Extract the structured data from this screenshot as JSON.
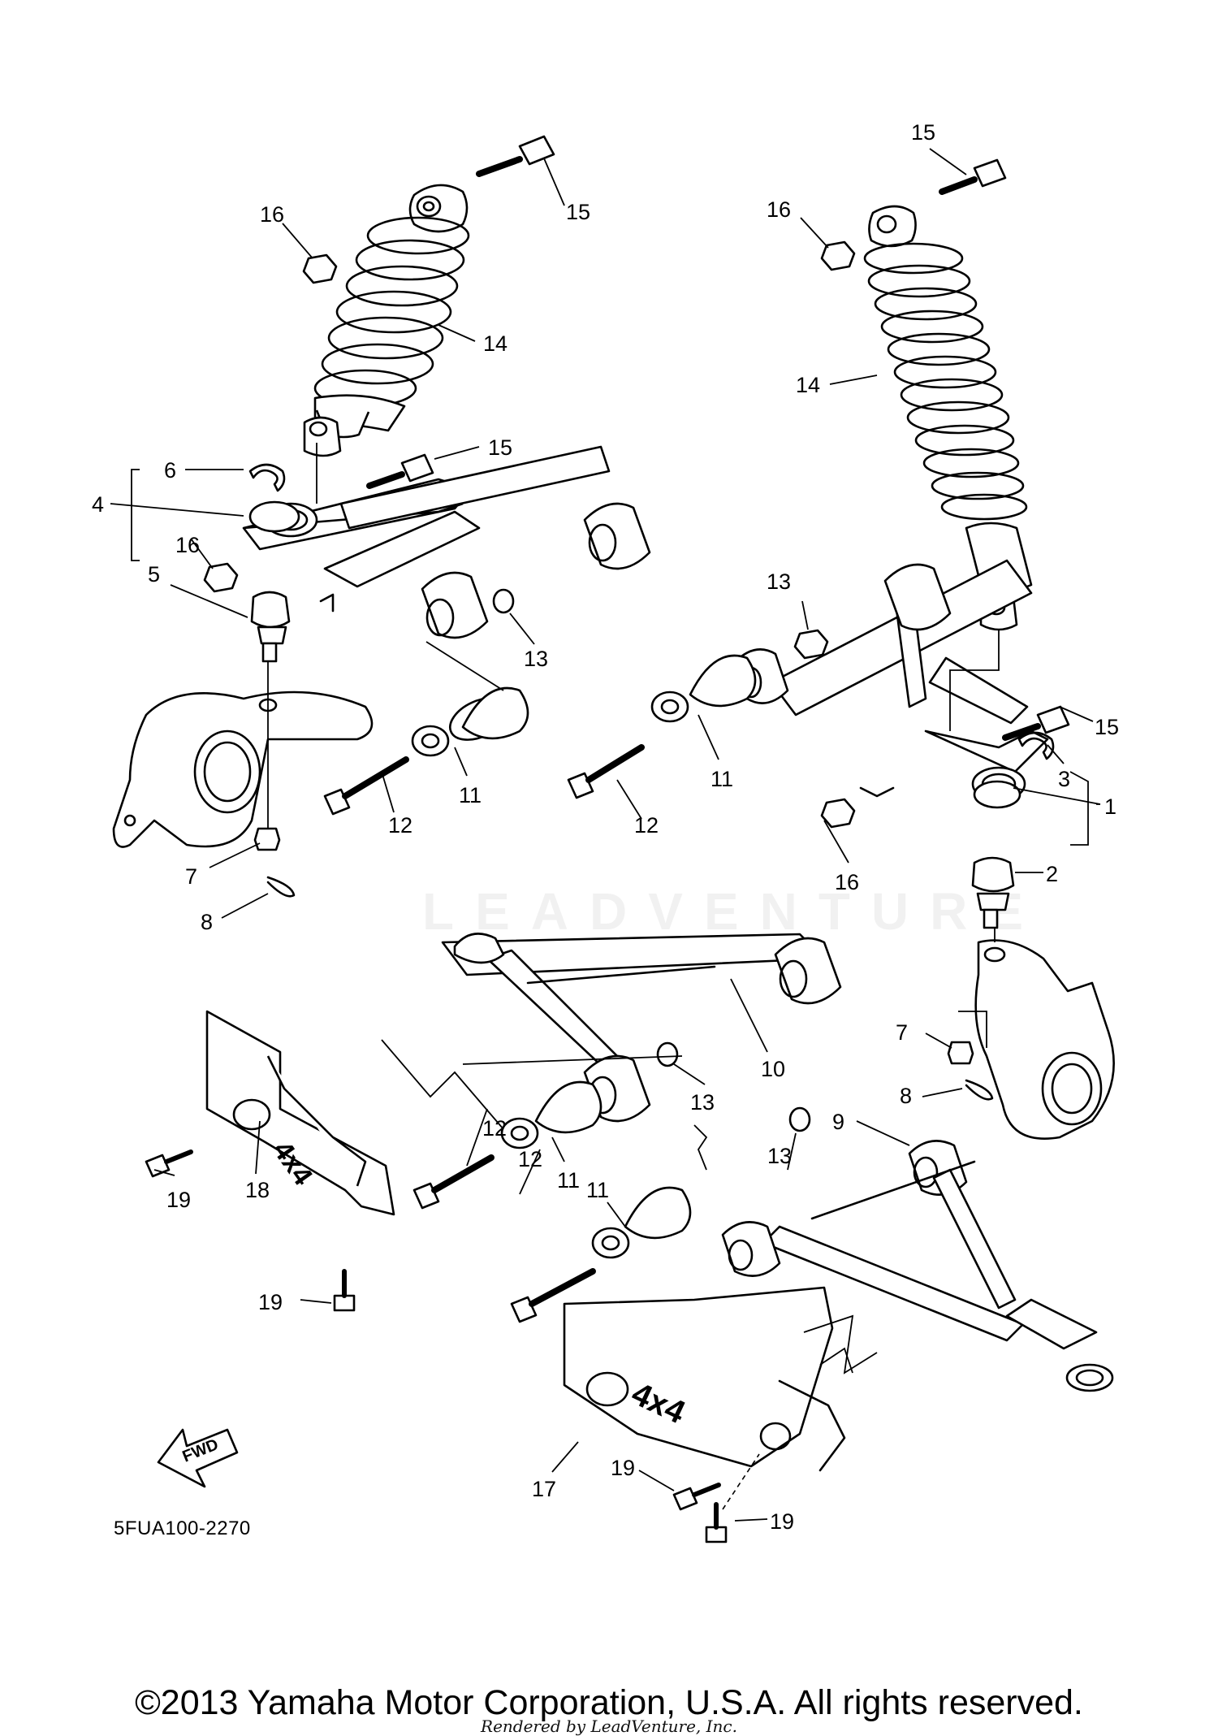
{
  "diagram": {
    "reference_code": "5FUA100-2270",
    "fwd_label": "FWD",
    "decal_text": "4x4",
    "watermark": "LEADVENTURE",
    "copyright": "©2013 Yamaha Motor Corporation, U.S.A. All rights reserved.",
    "rendered_by": "Rendered by LeadVenture, Inc.",
    "callouts": [
      "1",
      "2",
      "3",
      "4",
      "5",
      "6",
      "7",
      "8",
      "9",
      "10",
      "11",
      "12",
      "13",
      "14",
      "15",
      "16",
      "17",
      "18",
      "19"
    ]
  }
}
